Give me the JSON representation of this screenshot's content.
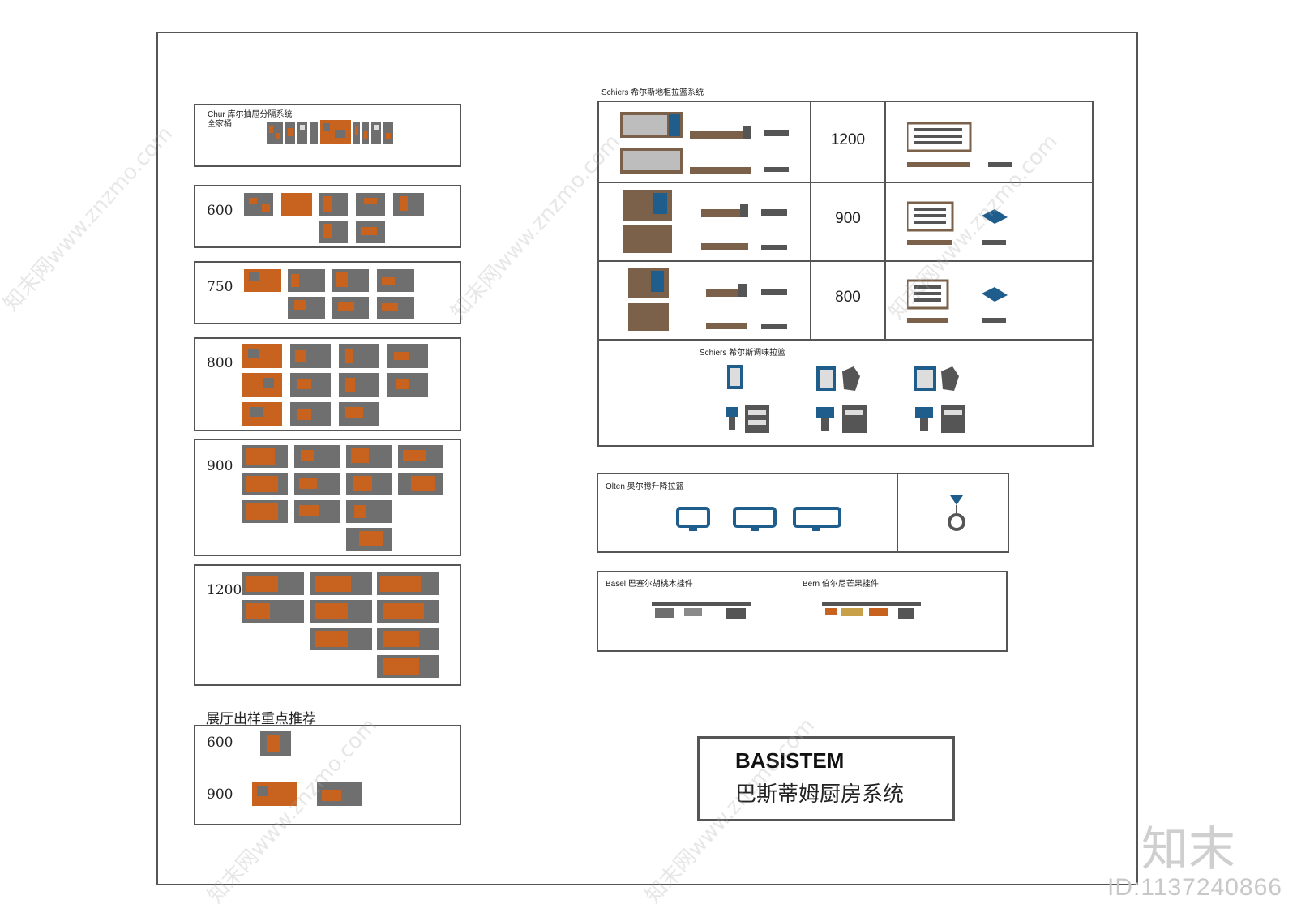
{
  "left_column": {
    "chur": {
      "title": "Chur 库尔抽屉分隔系统",
      "subtitle": "全家桶"
    },
    "widths": [
      "600",
      "750",
      "800",
      "900",
      "1200"
    ],
    "showroom": {
      "heading": "展厅出样重点推荐",
      "row1_width": "600",
      "row2_width": "900"
    }
  },
  "schiers": {
    "title": "Schiers 希尔斯地柜拉篮系统",
    "widths": [
      "1200",
      "900",
      "800"
    ],
    "seasoning_title": "Schiers 希尔斯调味拉篮"
  },
  "olten": {
    "title": "Olten 奥尔腾升降拉篮"
  },
  "basel": {
    "title": "Basel 巴塞尔胡桃木挂件"
  },
  "bern": {
    "title": "Bern 伯尔尼芒果挂件"
  },
  "brand": {
    "name": "BASISTEM",
    "subtitle": "巴斯蒂姆厨房系统"
  },
  "watermark": {
    "site": "知末网www.znzmo.com",
    "logo": "知末",
    "id": "ID:1137240866"
  },
  "colors": {
    "orange": "#c8621f",
    "gray": "#6f6f6f",
    "brown": "#7b6149",
    "blue": "#1f5d8c",
    "frame": "#555555"
  }
}
